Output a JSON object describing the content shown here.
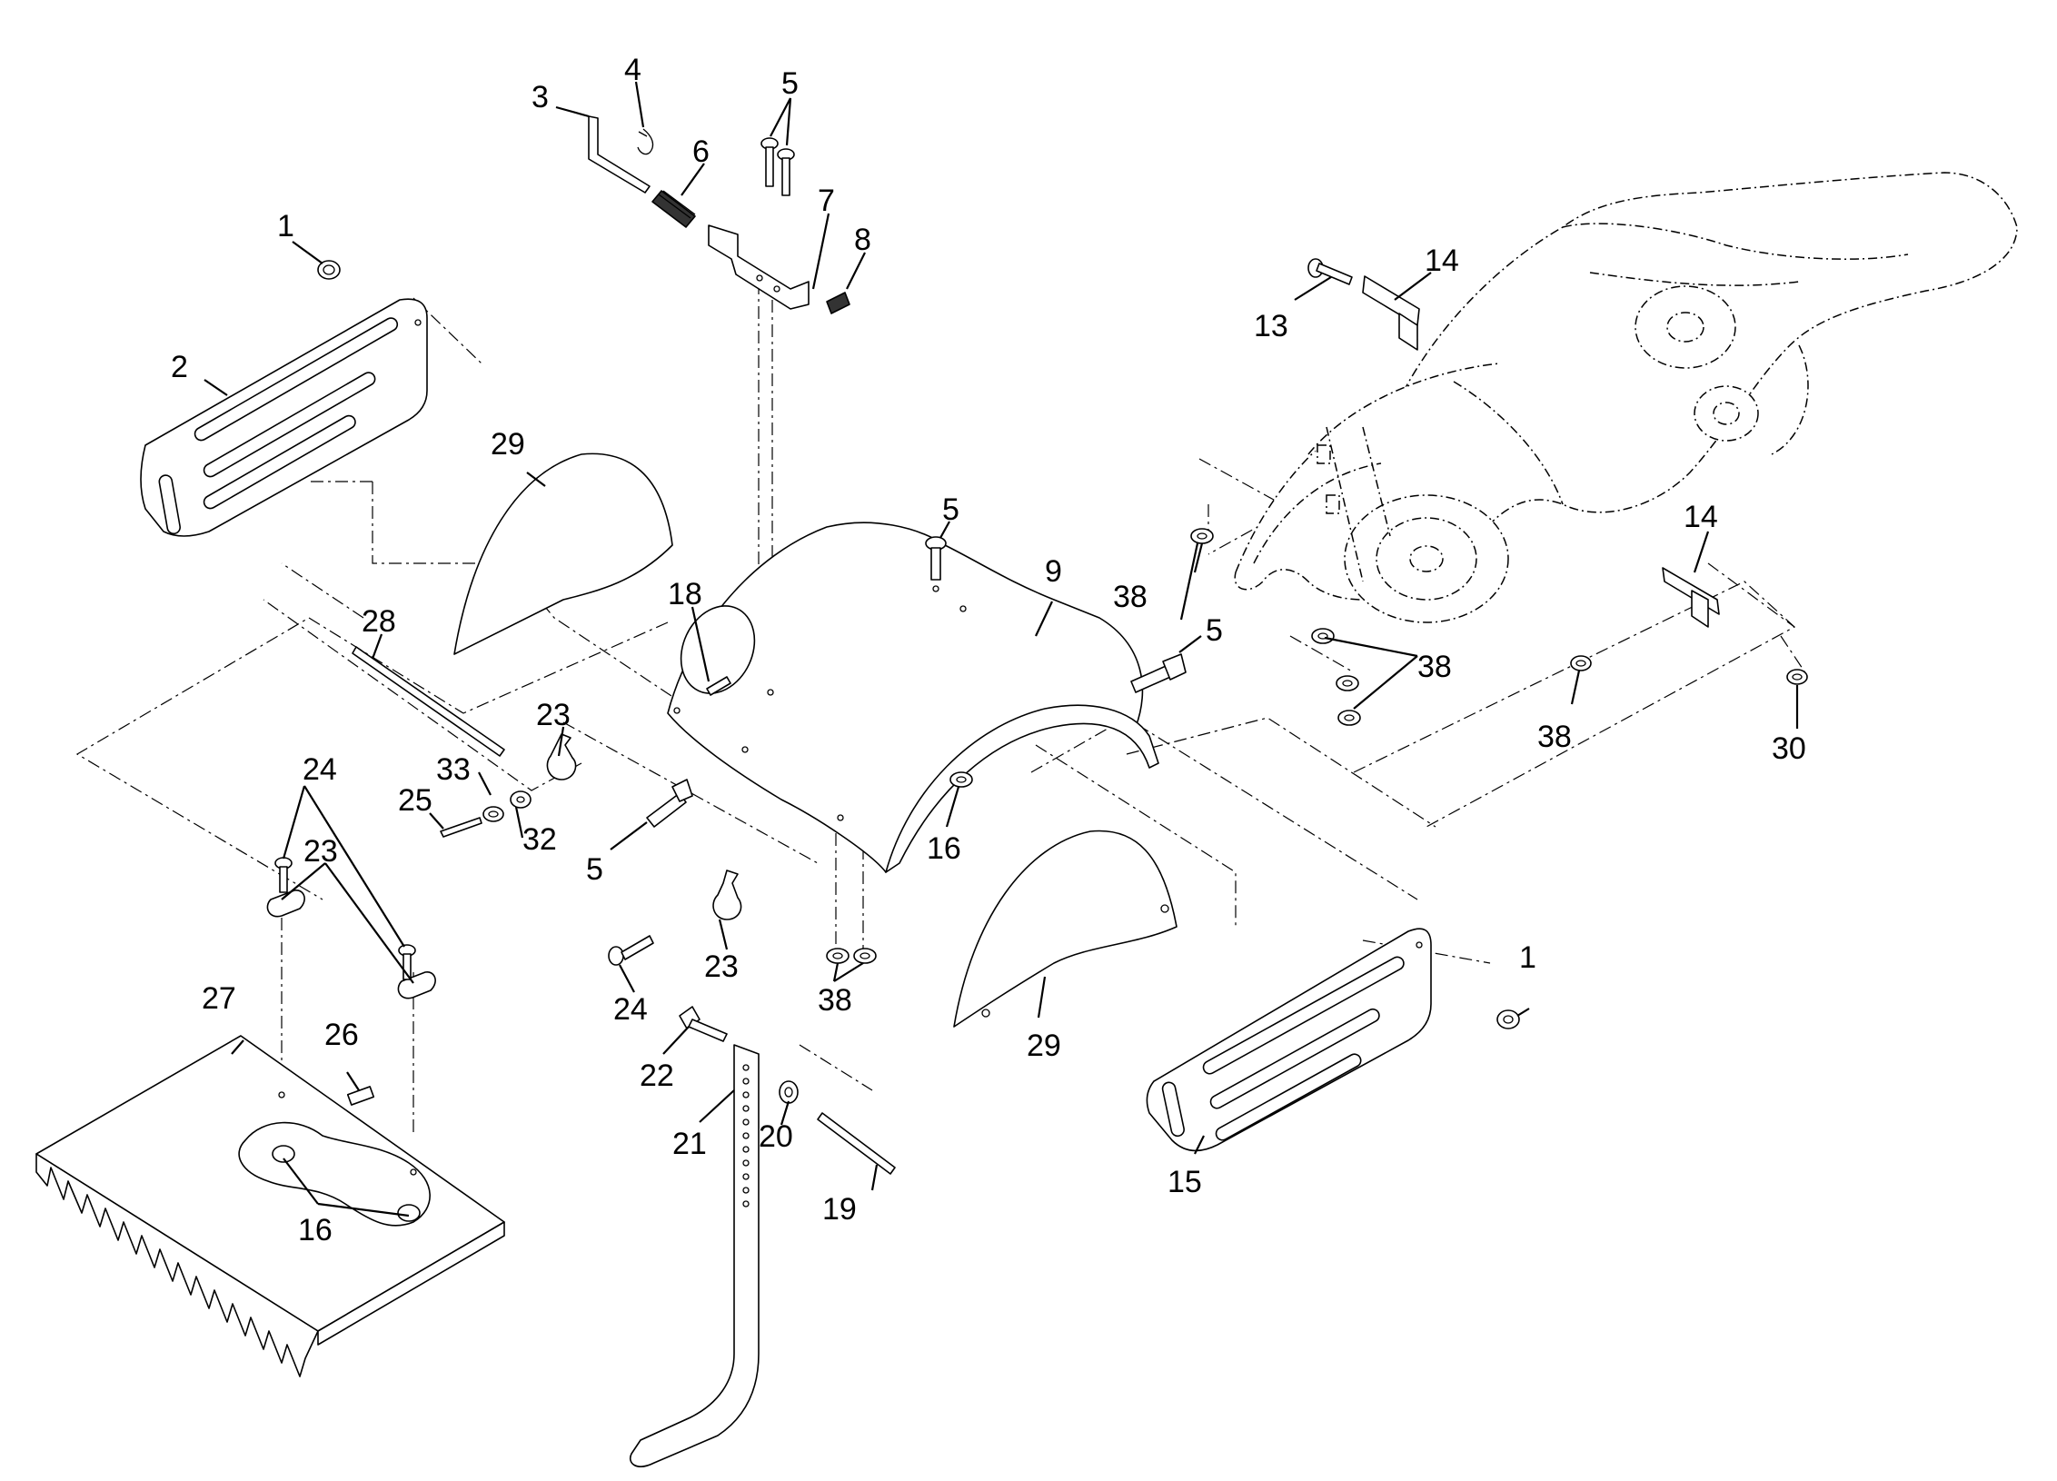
{
  "diagram": {
    "callouts": [
      {
        "id": "c1a",
        "label": "1"
      },
      {
        "id": "c2",
        "label": "2"
      },
      {
        "id": "c3",
        "label": "3"
      },
      {
        "id": "c4",
        "label": "4"
      },
      {
        "id": "c5a",
        "label": "5"
      },
      {
        "id": "c6",
        "label": "6"
      },
      {
        "id": "c7",
        "label": "7"
      },
      {
        "id": "c8",
        "label": "8"
      },
      {
        "id": "c13",
        "label": "13"
      },
      {
        "id": "c14a",
        "label": "14"
      },
      {
        "id": "c29a",
        "label": "29"
      },
      {
        "id": "c5b",
        "label": "5"
      },
      {
        "id": "c9",
        "label": "9"
      },
      {
        "id": "c18",
        "label": "18"
      },
      {
        "id": "c38a",
        "label": "38"
      },
      {
        "id": "c14b",
        "label": "14"
      },
      {
        "id": "c5c",
        "label": "5"
      },
      {
        "id": "c38b",
        "label": "38"
      },
      {
        "id": "c28",
        "label": "28"
      },
      {
        "id": "c23a",
        "label": "23"
      },
      {
        "id": "c24a",
        "label": "24"
      },
      {
        "id": "c33",
        "label": "33"
      },
      {
        "id": "c25",
        "label": "25"
      },
      {
        "id": "c32",
        "label": "32"
      },
      {
        "id": "c23b",
        "label": "23"
      },
      {
        "id": "c5d",
        "label": "5"
      },
      {
        "id": "c16a",
        "label": "16"
      },
      {
        "id": "c38c",
        "label": "38"
      },
      {
        "id": "c30",
        "label": "30"
      },
      {
        "id": "c23c",
        "label": "23"
      },
      {
        "id": "c24b",
        "label": "24"
      },
      {
        "id": "c38d",
        "label": "38"
      },
      {
        "id": "c29b",
        "label": "29"
      },
      {
        "id": "c1b",
        "label": "1"
      },
      {
        "id": "c27",
        "label": "27"
      },
      {
        "id": "c26",
        "label": "26"
      },
      {
        "id": "c22",
        "label": "22"
      },
      {
        "id": "c21",
        "label": "21"
      },
      {
        "id": "c20",
        "label": "20"
      },
      {
        "id": "c19",
        "label": "19"
      },
      {
        "id": "c15",
        "label": "15"
      },
      {
        "id": "c16b",
        "label": "16"
      }
    ]
  }
}
